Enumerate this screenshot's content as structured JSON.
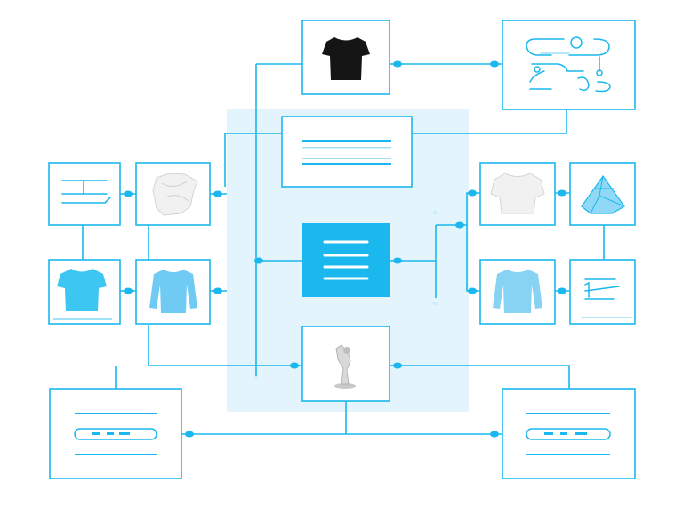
{
  "colors": {
    "accent": "#1ab8ee",
    "accent_light": "#9fe0f6",
    "panel_fill": "#e4f4fd",
    "background": "#ffffff",
    "shirt_black": "#151515",
    "shirt_blue": "#3dc6f2",
    "shirt_light_blue": "#86d3f4",
    "shirt_white": "#f1f1f1"
  },
  "nodes": [
    {
      "id": "top-black-tshirt",
      "kind": "image",
      "icon": "black-tshirt-icon"
    },
    {
      "id": "top-right-sketch",
      "kind": "image",
      "icon": "sketch-doodle-icon"
    },
    {
      "id": "center-text-card",
      "kind": "text-lines"
    },
    {
      "id": "central-hub-menu",
      "kind": "hub",
      "icon": "hamburger-menu-icon"
    },
    {
      "id": "left-lines-card",
      "kind": "text-lines"
    },
    {
      "id": "crumpled-white-shirt",
      "kind": "image",
      "icon": "white-crumpled-shirt-icon"
    },
    {
      "id": "left-blue-tshirt",
      "kind": "image",
      "icon": "blue-tshirt-icon"
    },
    {
      "id": "left-blue-longsleeve",
      "kind": "image",
      "icon": "blue-longsleeve-icon"
    },
    {
      "id": "right-white-shirt",
      "kind": "image",
      "icon": "white-tshirt-icon"
    },
    {
      "id": "right-blue-crystal",
      "kind": "image",
      "icon": "crystal-icon"
    },
    {
      "id": "right-light-longsleeve",
      "kind": "image",
      "icon": "light-blue-longsleeve-icon"
    },
    {
      "id": "right-lines-card",
      "kind": "text-lines"
    },
    {
      "id": "figurine-card",
      "kind": "image",
      "icon": "figurine-icon"
    },
    {
      "id": "bottom-left-card",
      "kind": "text-lines"
    },
    {
      "id": "bottom-right-card",
      "kind": "text-lines"
    }
  ]
}
